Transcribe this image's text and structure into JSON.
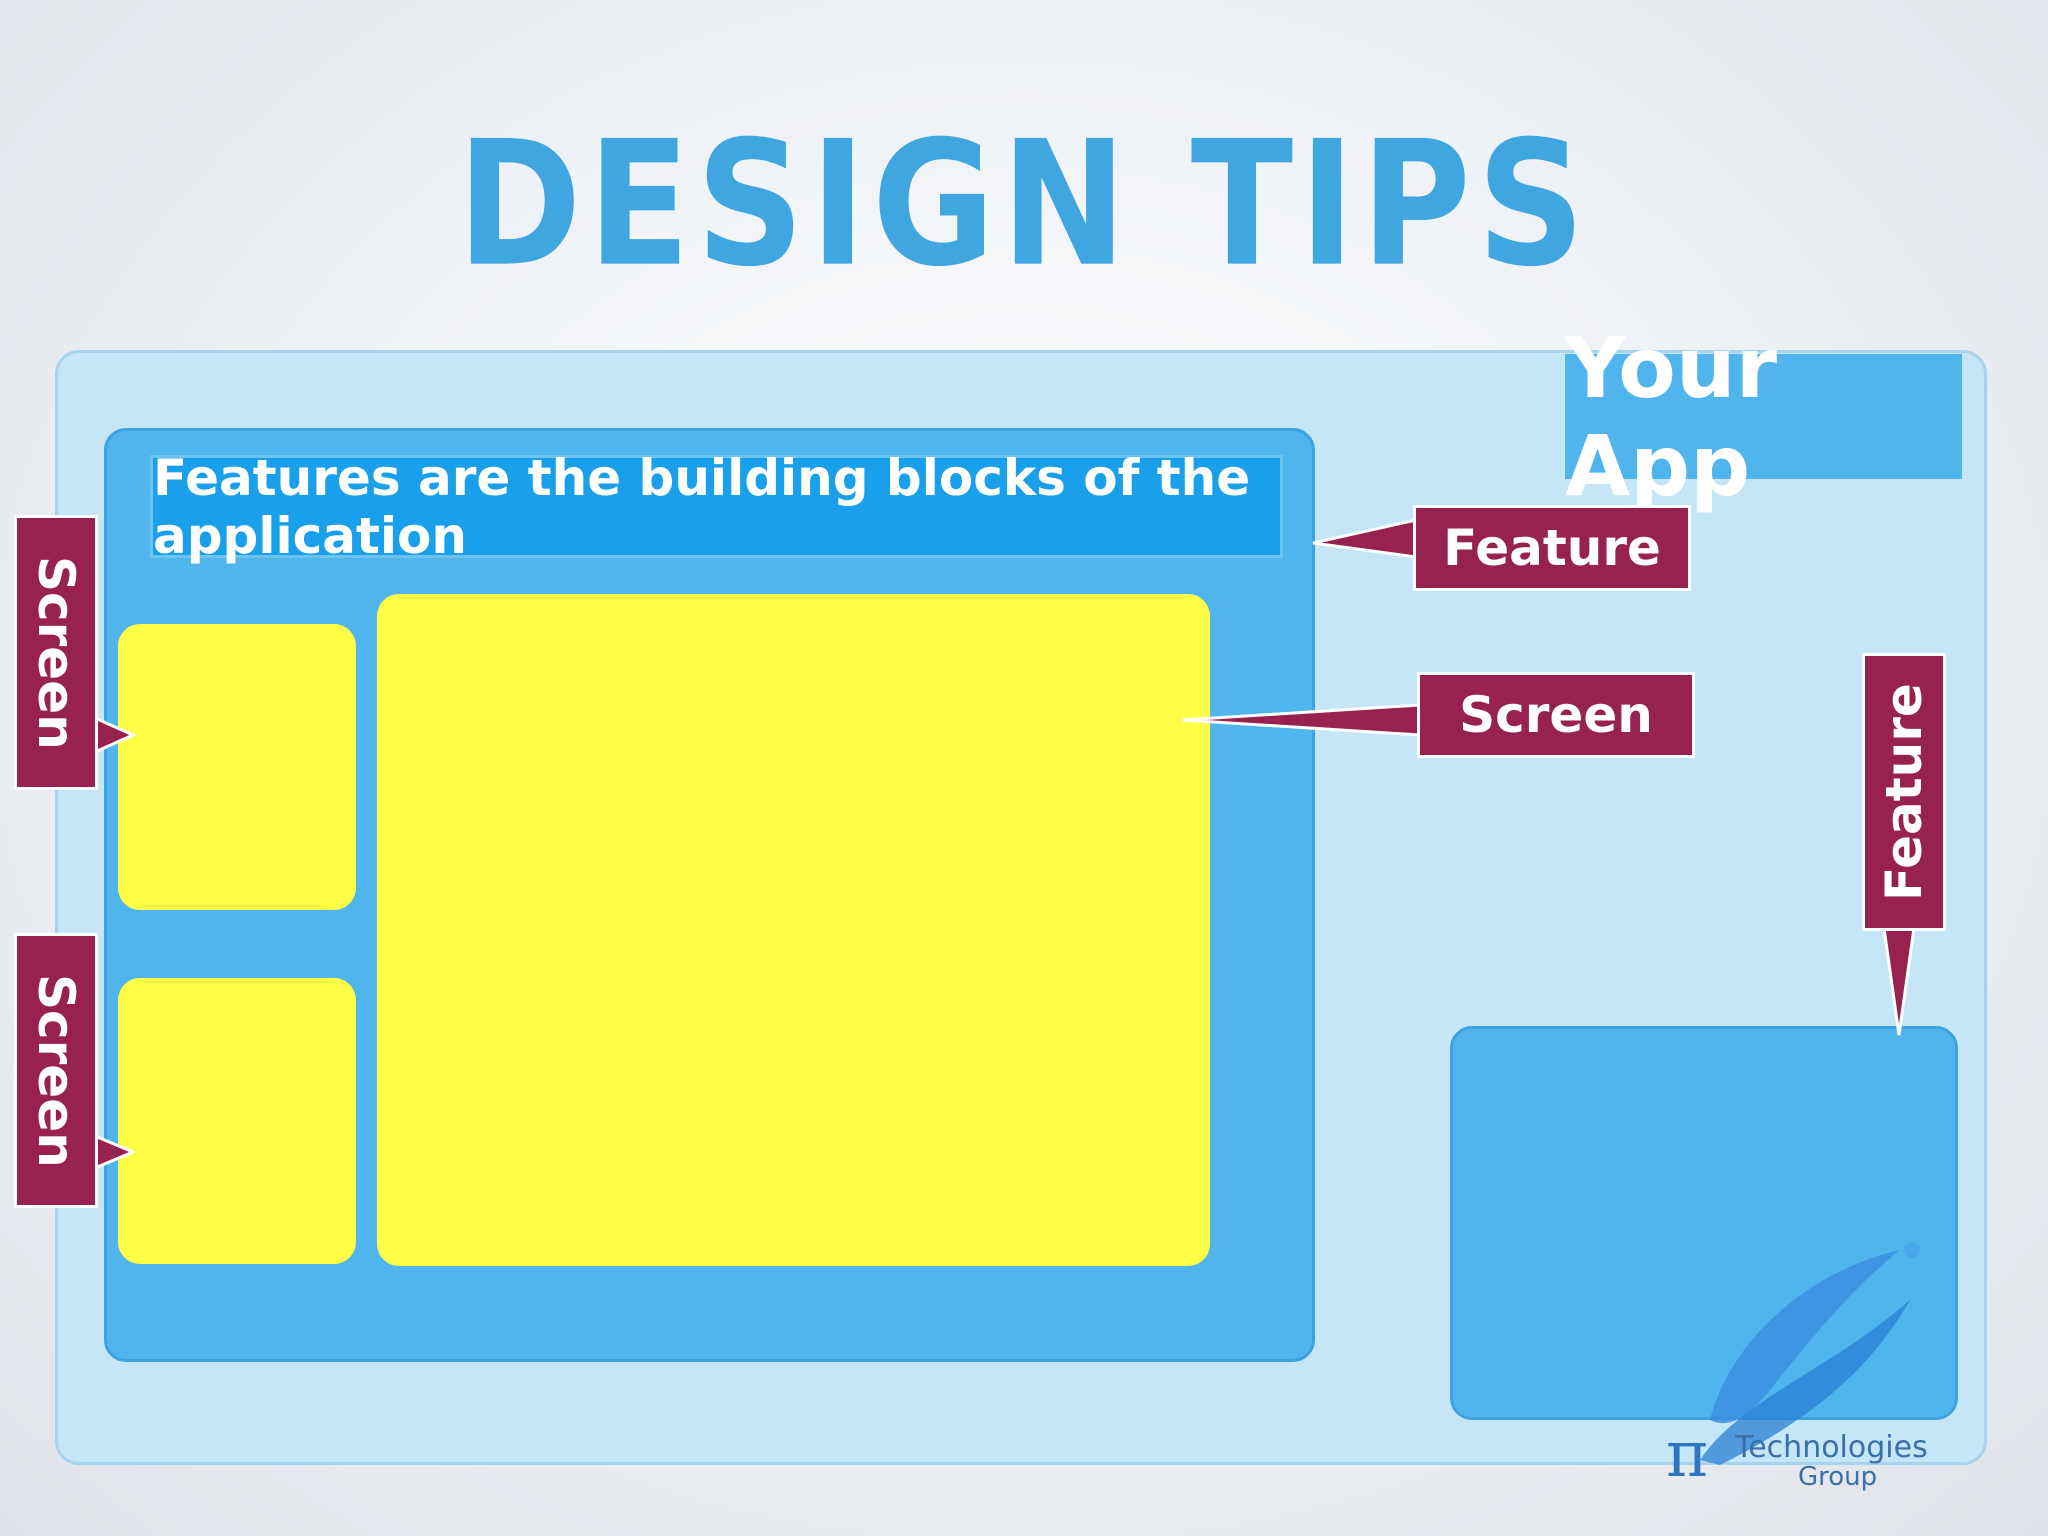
{
  "title": "DESIGN TIPS",
  "app_label": "Your App",
  "banner_text": "Features are the building blocks of the application",
  "callouts": {
    "feature_top": "Feature",
    "screen_right": "Screen",
    "screen_left_1": "Screen",
    "screen_left_2": "Screen",
    "feature_right": "Feature"
  },
  "logo": {
    "symbol": "π",
    "line1": "Technologies",
    "line2": "Group"
  },
  "colors": {
    "title": "#3fa6e0",
    "app_frame": "#c4e6f6",
    "feature_block": "#4fb5ec",
    "banner": "#1aa0ea",
    "screen_block": "#ffff48",
    "callout": "#98224f"
  }
}
